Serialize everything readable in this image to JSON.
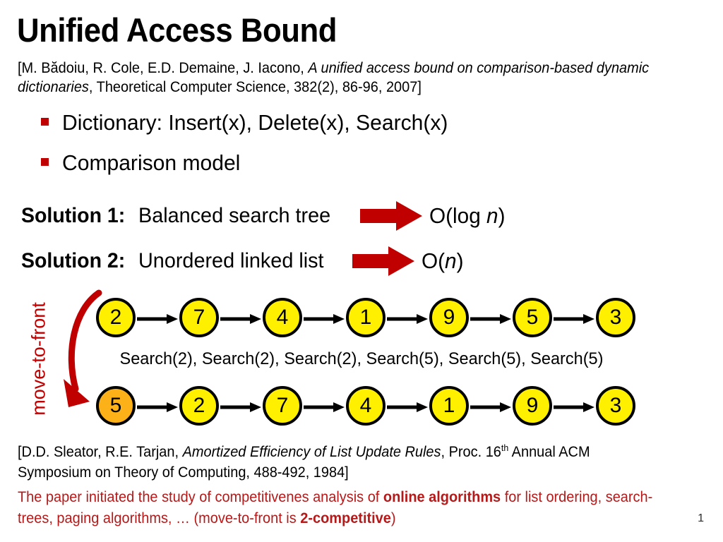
{
  "slide": {
    "title": "Unified Access Bound",
    "page_number": "1"
  },
  "citation_top": {
    "prefix": "[M. Bădoiu, R. Cole, E.D. Demaine, J. Iacono, ",
    "paper_title": "A unified access bound on comparison-based dynamic dictionaries",
    "suffix": ", Theoretical Computer Science, 382(2), 86-96, 2007]"
  },
  "bullets": [
    {
      "text": "Dictionary: Insert(x), Delete(x), Search(x)"
    },
    {
      "text": "Comparison model"
    }
  ],
  "solutions": [
    {
      "label": "Solution 1:",
      "description": "Balanced search tree",
      "result_prefix": "O(log ",
      "result_var": "n",
      "result_suffix": ")",
      "arrow_color": "#C00000"
    },
    {
      "label": "Solution 2:",
      "description": "Unordered linked list",
      "result_prefix": "O(",
      "result_var": "n",
      "result_suffix": ")",
      "arrow_color": "#C00000"
    }
  ],
  "diagram": {
    "side_label": "move-to-front",
    "side_label_color": "#C00000",
    "curved_arrow_color": "#C00000",
    "node_fill": "#FFF000",
    "node_highlight_fill": "#FBB117",
    "node_stroke": "#000000",
    "list_before": [
      {
        "value": "2",
        "highlight": false
      },
      {
        "value": "7",
        "highlight": false
      },
      {
        "value": "4",
        "highlight": false
      },
      {
        "value": "1",
        "highlight": false
      },
      {
        "value": "9",
        "highlight": false
      },
      {
        "value": "5",
        "highlight": false
      },
      {
        "value": "3",
        "highlight": false
      }
    ],
    "list_after": [
      {
        "value": "5",
        "highlight": true
      },
      {
        "value": "2",
        "highlight": false
      },
      {
        "value": "7",
        "highlight": false
      },
      {
        "value": "4",
        "highlight": false
      },
      {
        "value": "1",
        "highlight": false
      },
      {
        "value": "9",
        "highlight": false
      },
      {
        "value": "3",
        "highlight": false
      }
    ],
    "search_sequence": "Search(2), Search(2), Search(2), Search(5), Search(5), Search(5)"
  },
  "citation_bottom": {
    "prefix": "[D.D. Sleator, R.E. Tarjan, ",
    "paper_title": "Amortized Efficiency of List Update Rules",
    "mid": ", Proc. 16",
    "ordinal": "th",
    "suffix": " Annual ACM Symposium on Theory of Computing, 488-492, 1984]"
  },
  "note_red": {
    "part1": "The paper initiated the study of competitivenes analysis of ",
    "bold1": "online algorithms",
    "part2": " for list ordering, search-trees, paging algorithms, …  (move-to-front is ",
    "bold2": "2-competitive",
    "part3": ")",
    "color": "#B51A1A"
  }
}
